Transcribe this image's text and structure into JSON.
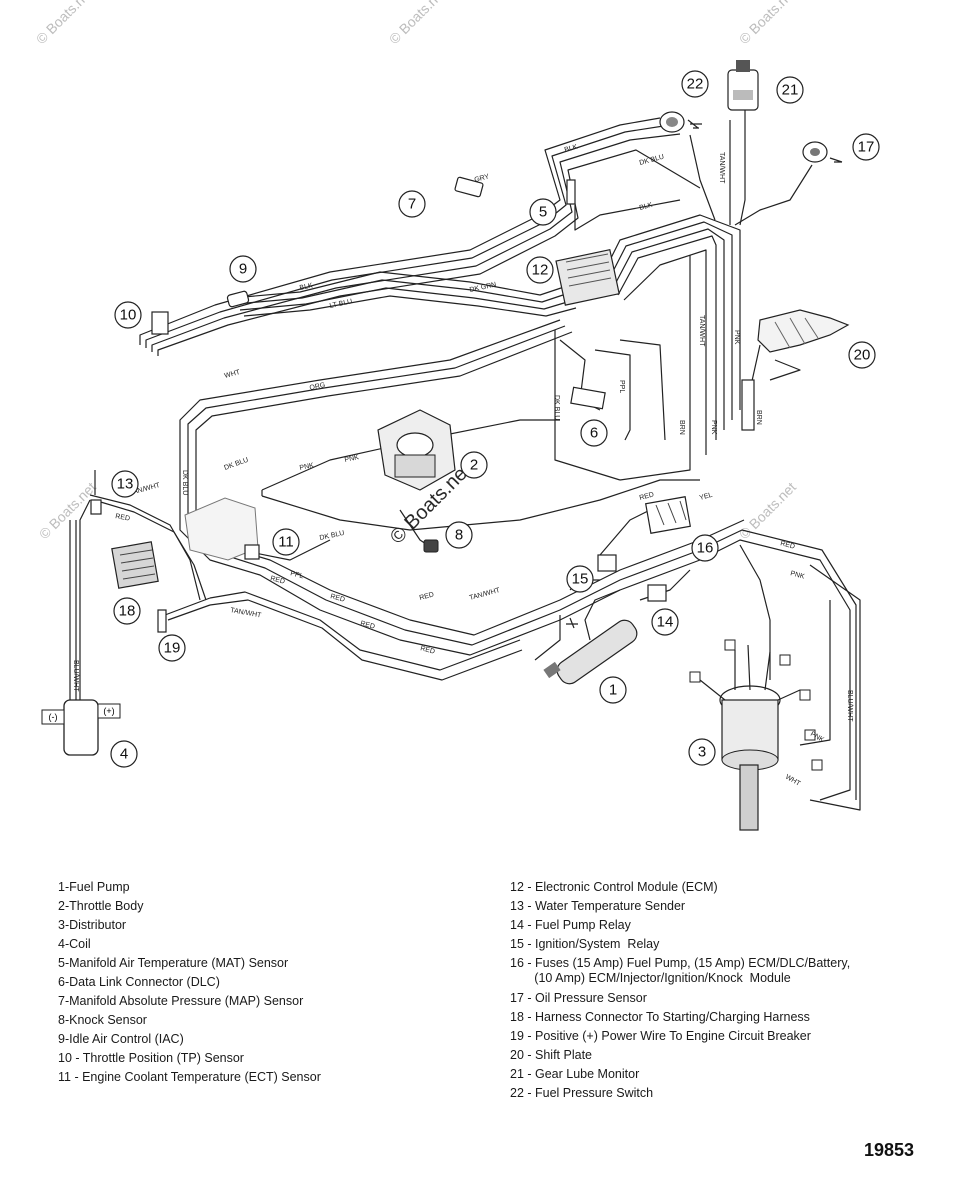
{
  "watermark": "© Boats.net",
  "callouts": [
    "1",
    "2",
    "3",
    "4",
    "5",
    "6",
    "7",
    "8",
    "9",
    "10",
    "11",
    "12",
    "13",
    "14",
    "15",
    "16",
    "17",
    "18",
    "19",
    "20",
    "21",
    "22"
  ],
  "coil_terminals": {
    "negative": "(-)",
    "positive": "(+)"
  },
  "wire_colors": {
    "blk": "BLK",
    "dk_blu": "DK BLU",
    "pnk": "PNK",
    "red": "RED",
    "tan_wht": "TAN/WHT",
    "yel": "YEL",
    "ppl": "PPL",
    "gry": "GRY",
    "brn": "BRN",
    "org": "ORG",
    "lt_blu": "LT BLU",
    "dk_grn": "DK GRN",
    "wht": "WHT",
    "blu_wht": "BLU/WHT"
  },
  "legend_left": [
    "1-Fuel Pump",
    "2-Throttle Body",
    "3-Distributor",
    "4-Coil",
    "5-Manifold Air Temperature (MAT) Sensor",
    "6-Data Link Connector (DLC)",
    "7-Manifold Absolute Pressure (MAP) Sensor",
    "8-Knock Sensor",
    "9-Idle Air Control (IAC)",
    "10 - Throttle Position (TP) Sensor",
    "11 - Engine Coolant Temperature (ECT) Sensor"
  ],
  "legend_right": [
    "12 - Electronic Control Module (ECM)",
    "13 - Water Temperature Sender",
    "14 - Fuel Pump Relay",
    "15 - Ignition/System  Relay",
    "16 - Fuses (15 Amp) Fuel Pump, (15 Amp) ECM/DLC/Battery,\n       (10 Amp) ECM/Injector/Ignition/Knock  Module",
    "17 - Oil Pressure Sensor",
    "18 - Harness Connector To Starting/Charging Harness",
    "19 - Positive (+) Power Wire To Engine Circuit Breaker",
    "20 - Shift Plate",
    "21 - Gear Lube Monitor",
    "22 - Fuel Pressure Switch"
  ],
  "figure_number": "19853"
}
